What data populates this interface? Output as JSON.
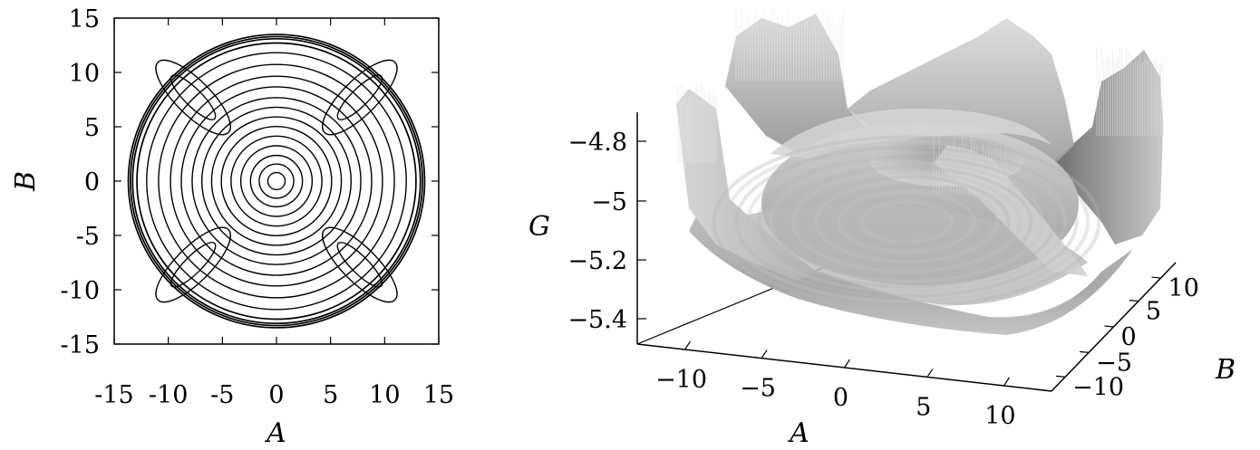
{
  "chart_data": [
    {
      "type": "contour",
      "xlabel": "A",
      "ylabel": "B",
      "xlim": [
        -15,
        15
      ],
      "ylim": [
        -15,
        15
      ],
      "xticks": [
        "-15",
        "-10",
        "-5",
        "0",
        "5",
        "10",
        "15"
      ],
      "yticks": [
        "15",
        "10",
        "5",
        "0",
        "-5",
        "-10",
        "-15"
      ],
      "xtick_values": [
        -15,
        -10,
        -5,
        0,
        5,
        10,
        15
      ],
      "ytick_values": [
        15,
        10,
        5,
        0,
        -5,
        -10,
        -15
      ],
      "ring_radii": [
        0.8,
        1.6,
        2.4,
        3.3,
        4.2,
        5.1,
        6.0,
        6.9,
        7.8,
        8.8,
        9.8,
        10.9,
        12.0,
        12.9,
        13.3,
        13.5,
        13.7
      ],
      "lobes": [
        {
          "cx": 7.7,
          "cy": 7.7,
          "angle": -45
        },
        {
          "cx": -7.7,
          "cy": 7.7,
          "angle": 45
        },
        {
          "cx": -7.7,
          "cy": -7.7,
          "angle": -45
        },
        {
          "cx": 7.7,
          "cy": -7.7,
          "angle": 45
        }
      ],
      "color": "#000000"
    },
    {
      "type": "surface",
      "xlabel": "A",
      "ylabel": "B",
      "zlabel": "G",
      "xticks": [
        "−10",
        "−5",
        "0",
        "5",
        "10"
      ],
      "yticks": [
        "−10",
        "−5",
        "0",
        "5",
        "10"
      ],
      "zticks": [
        "−4.8",
        "−5",
        "−5.2",
        "−5.4"
      ],
      "xlim": [
        -12,
        12
      ],
      "ylim": [
        -12,
        12
      ],
      "zlim": [
        -5.5,
        -4.7
      ],
      "shading": "grayscale"
    }
  ]
}
